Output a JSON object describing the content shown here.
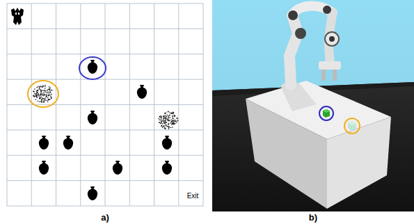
{
  "diagram": {
    "labels": [
      "Exit",
      "a)",
      "b)"
    ]
  }
}
